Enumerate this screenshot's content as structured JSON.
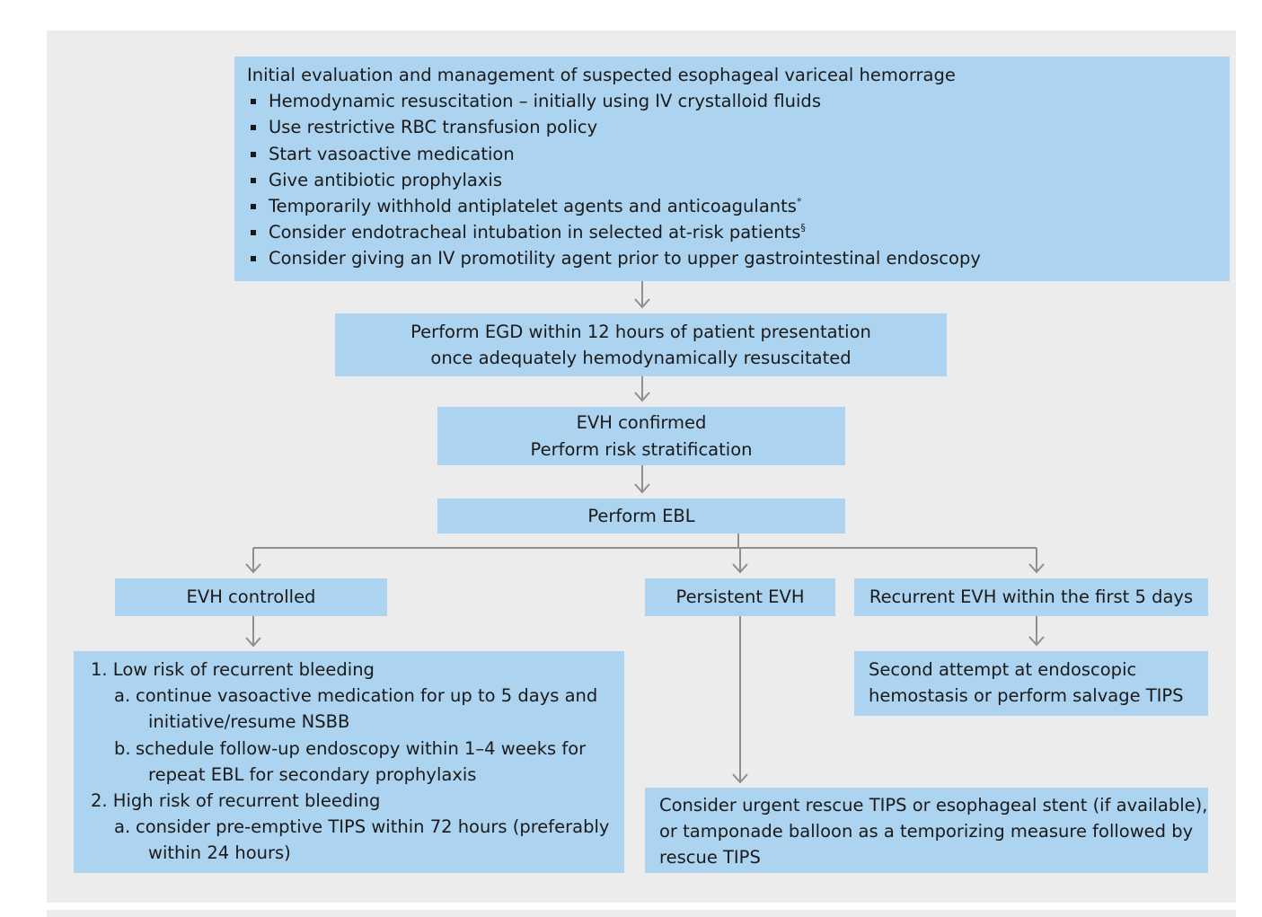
{
  "box1": {
    "title": "Initial evaluation and management of suspected esophageal variceal hemorrage",
    "bullets": [
      "Hemodynamic resuscitation – initially using IV crystalloid fluids",
      "Use restrictive RBC transfusion policy",
      "Start vasoactive medication",
      "Give antibiotic prophylaxis",
      "Temporarily withhold antiplatelet agents and anticoagulants",
      "Consider endotracheal intubation in selected at-risk patients",
      "Consider giving an IV promotility agent prior to upper gastrointestinal endoscopy"
    ],
    "mark_asterisk": "*",
    "mark_section": "§"
  },
  "box2": {
    "line1": "Perform EGD within 12 hours of patient presentation",
    "line2": "once adequately hemodynamically resuscitated"
  },
  "box3": {
    "line1": "EVH confirmed",
    "line2": "Perform risk stratification"
  },
  "box4": {
    "label": "Perform EBL"
  },
  "box_controlled": {
    "label": "EVH controlled"
  },
  "box_persistent": {
    "label": "Persistent EVH"
  },
  "box_recurrent": {
    "label": "Recurrent EVH within the first 5 days"
  },
  "box_low_high": {
    "item1": "1. Low risk of recurrent bleeding",
    "item1a_marker": "a.",
    "item1a_line1": "continue vasoactive medication for up to 5 days and",
    "item1a_line2": "initiative/resume NSBB",
    "item1b_marker": "b.",
    "item1b_line1": "schedule follow-up endoscopy within 1–4 weeks for",
    "item1b_line2": "repeat EBL for secondary prophylaxis",
    "item2": "2. High risk of recurrent bleeding",
    "item2a_marker": "a.",
    "item2a_line1": "consider pre-emptive TIPS within 72 hours (preferably",
    "item2a_line2": "within 24 hours)"
  },
  "box_second_attempt": {
    "line1": "Second attempt at endoscopic",
    "line2": "hemostasis or perform salvage TIPS"
  },
  "box_rescue": {
    "line1": "Consider urgent rescue TIPS or esophageal stent (if available),",
    "line2": "or tamponade balloon as a temporizing measure followed by",
    "line3": "rescue TIPS"
  },
  "colors": {
    "box_fill": "#acd3ef",
    "panel": "#ececec",
    "arrow": "#8f8f8f",
    "text": "#1a1a1a"
  }
}
